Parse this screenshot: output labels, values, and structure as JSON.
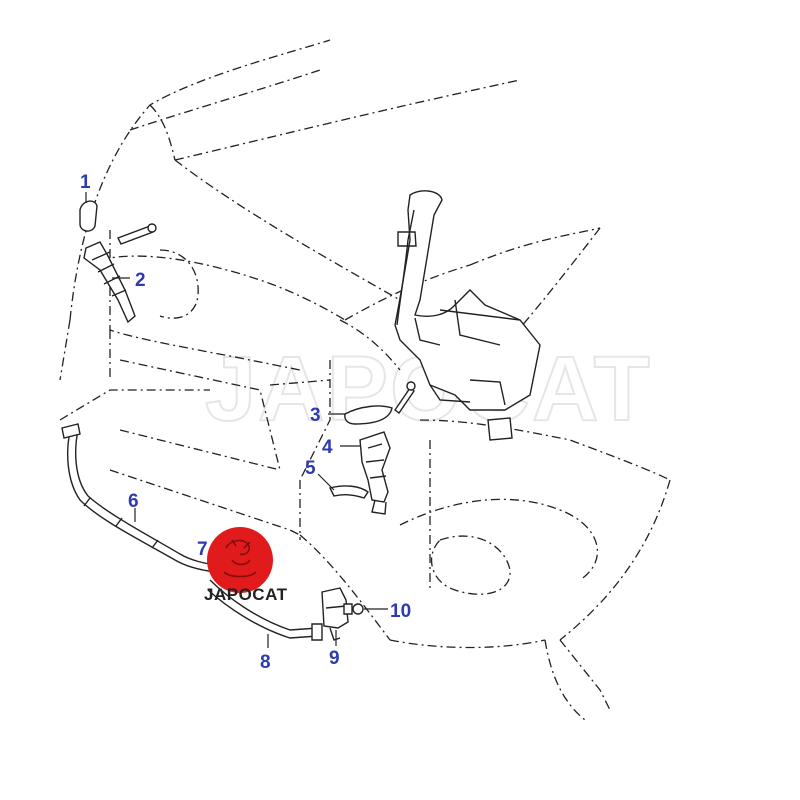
{
  "diagram": {
    "watermark_text": "JAPOCAT",
    "logo_text": "JAPOCAT",
    "colors": {
      "label": "#2e3bb0",
      "logo_red": "#e11b1b",
      "line": "#222222"
    },
    "callouts": [
      "1",
      "2",
      "3",
      "4",
      "5",
      "6",
      "7",
      "8",
      "9",
      "10"
    ]
  }
}
